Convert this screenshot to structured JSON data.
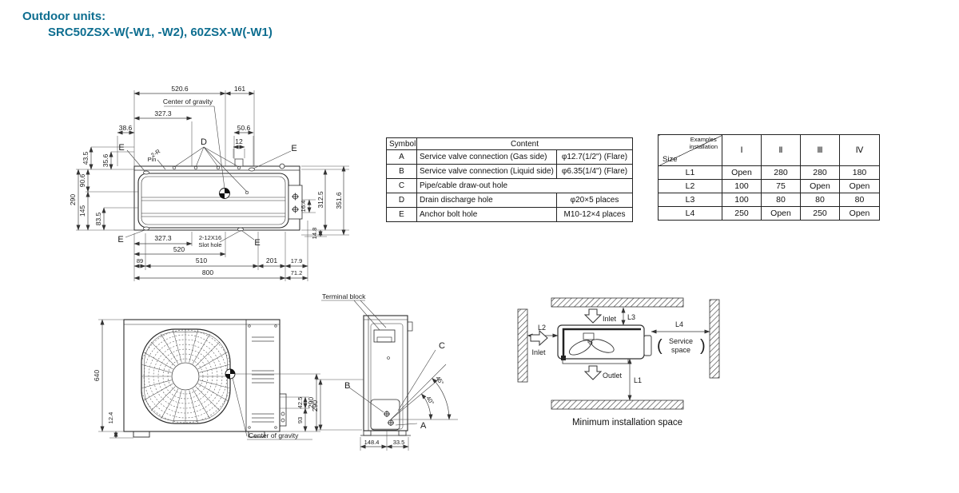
{
  "page": {
    "title_line1": "Outdoor units:",
    "title_line2": "SRC50ZSX-W(-W1, -W2), 60ZSX-W(-W1)",
    "accent_color": "#0e6e90"
  },
  "top_view": {
    "d520_6": "520.6",
    "d161": "161",
    "cog": "Center of gravity",
    "d327_3t": "327.3",
    "d38_6": "38.6",
    "d50_6": "50.6",
    "d12": "12",
    "e": "E",
    "d": "D",
    "pin1": "2-R",
    "pin2": "Pin",
    "d43_5": "43.5",
    "d35_6": "35.6",
    "d90_6": "90.6",
    "d290": "290",
    "d145": "145",
    "d83_5": "83.5",
    "d327_3b": "327.3",
    "slot1": "2-12X16",
    "slot2": "Slot hole",
    "d520": "520",
    "d89": "89",
    "d510": "510",
    "d201": "201",
    "d17_9": "17.9",
    "d800": "800",
    "d71_2": "71.2",
    "d312_5": "312.5",
    "d351_6": "351.6",
    "d16_4": "16.4",
    "d14_8": "14.8"
  },
  "symbol_table": {
    "col_symbol": "Symbol",
    "col_content": "Content",
    "rows": [
      {
        "symbol": "A",
        "content": "Service valve connection (Gas side)",
        "spec": "φ12.7(1/2\") (Flare)"
      },
      {
        "symbol": "B",
        "content": "Service valve connection (Liquid side)",
        "spec": "φ6.35(1/4\") (Flare)"
      },
      {
        "symbol": "C",
        "content": "Pipe/cable draw-out hole",
        "spec": ""
      },
      {
        "symbol": "D",
        "content": "Drain discharge hole",
        "spec": "φ20×5 places"
      },
      {
        "symbol": "E",
        "content": "Anchor bolt hole",
        "spec": "M10-12×4 places"
      }
    ]
  },
  "installation_table": {
    "corner_top1": "Examples",
    "corner_top2": "installation",
    "corner_bottom": "Size",
    "columns": [
      "Ⅰ",
      "Ⅱ",
      "Ⅲ",
      "Ⅳ"
    ],
    "rows": [
      {
        "size": "L1",
        "values": [
          "Open",
          "280",
          "280",
          "180"
        ]
      },
      {
        "size": "L2",
        "values": [
          "100",
          "75",
          "Open",
          "Open"
        ]
      },
      {
        "size": "L3",
        "values": [
          "100",
          "80",
          "80",
          "80"
        ]
      },
      {
        "size": "L4",
        "values": [
          "250",
          "Open",
          "250",
          "Open"
        ]
      }
    ]
  },
  "front_view": {
    "d640": "640",
    "d12_4": "12.4",
    "d42_5": "42.5",
    "d290": "290",
    "d93": "93",
    "cog": "Center of gravity"
  },
  "side_view": {
    "terminal": "Terminal block",
    "a": "A",
    "b": "B",
    "c": "C",
    "a45": "45°",
    "a40": "40°",
    "d290": "290",
    "d148_4": "148.4",
    "d33_5": "33.5"
  },
  "space": {
    "l1": "L1",
    "l2": "L2",
    "l3": "L3",
    "l4": "L4",
    "inlet": "Inlet",
    "outlet": "Outlet",
    "sv1": "Service",
    "sv2": "space",
    "pl": "(",
    "pr": ")",
    "caption": "Minimum installation space"
  }
}
